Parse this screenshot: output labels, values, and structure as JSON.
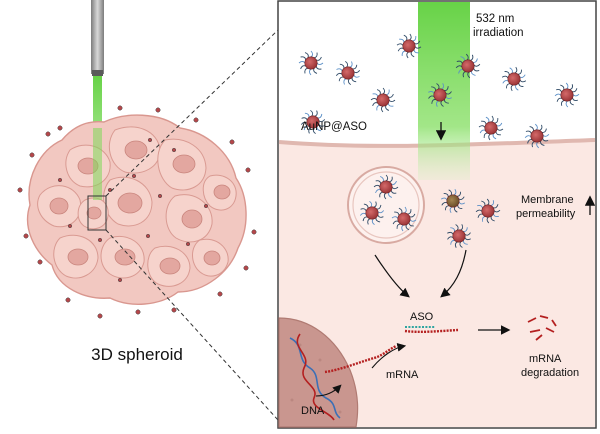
{
  "figure": {
    "left_panel": {
      "label": "3D spheroid"
    },
    "right_panel": {
      "laser_label_line1": "532 nm",
      "laser_label_line2": "irradiation",
      "nanoparticle_label": "AuNP@ASO",
      "membrane_label_line1": "Membrane",
      "membrane_label_line2": "permeability",
      "aso_label": "ASO",
      "mrna_label": "mRNA",
      "degradation_label_line1": "mRNA",
      "degradation_label_line2": "degradation",
      "dna_label": "DNA"
    },
    "colors": {
      "laser_green": "#7ed957",
      "cell_pink": "#f6d3cc",
      "cytoplasm": "#fbe8e3",
      "nucleus": "#c9968f",
      "gold_core": "#b5474a",
      "gold_core_heated": "#8a6a3a",
      "ligand_blue": "#3a5a7a",
      "mrna_red": "#b42020",
      "aso_teal": "#2fa5a0"
    }
  }
}
